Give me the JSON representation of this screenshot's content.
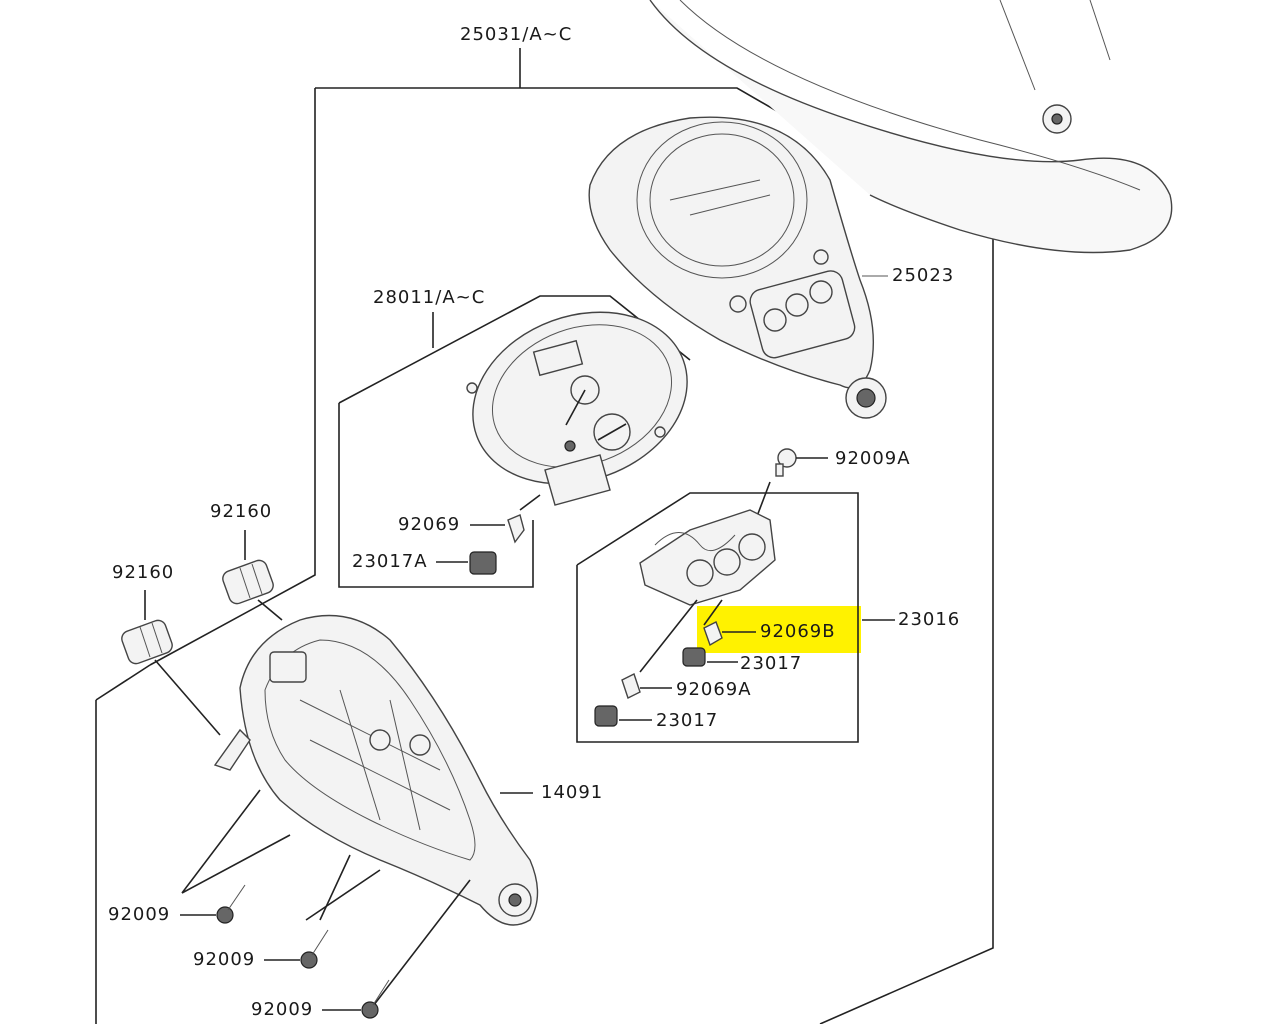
{
  "part_labels": {
    "cover_assy": "25031/A~C",
    "meter_case": "25023",
    "meter_assy": "28011/A~C",
    "screw_a": "92009A",
    "grommet_upper": "92160",
    "grommet_left": "92160",
    "bulb_meter": "92069",
    "socket_meter": "23017A",
    "bulb_b": "92069B",
    "harness": "23016",
    "socket_upper": "23017",
    "bulb_a": "92069A",
    "socket_lower": "23017",
    "meter_cover": "14091",
    "screw_1": "92009",
    "screw_2": "92009",
    "screw_3": "92009"
  },
  "highlight": {
    "color": "#fff200",
    "target": "92069B"
  }
}
